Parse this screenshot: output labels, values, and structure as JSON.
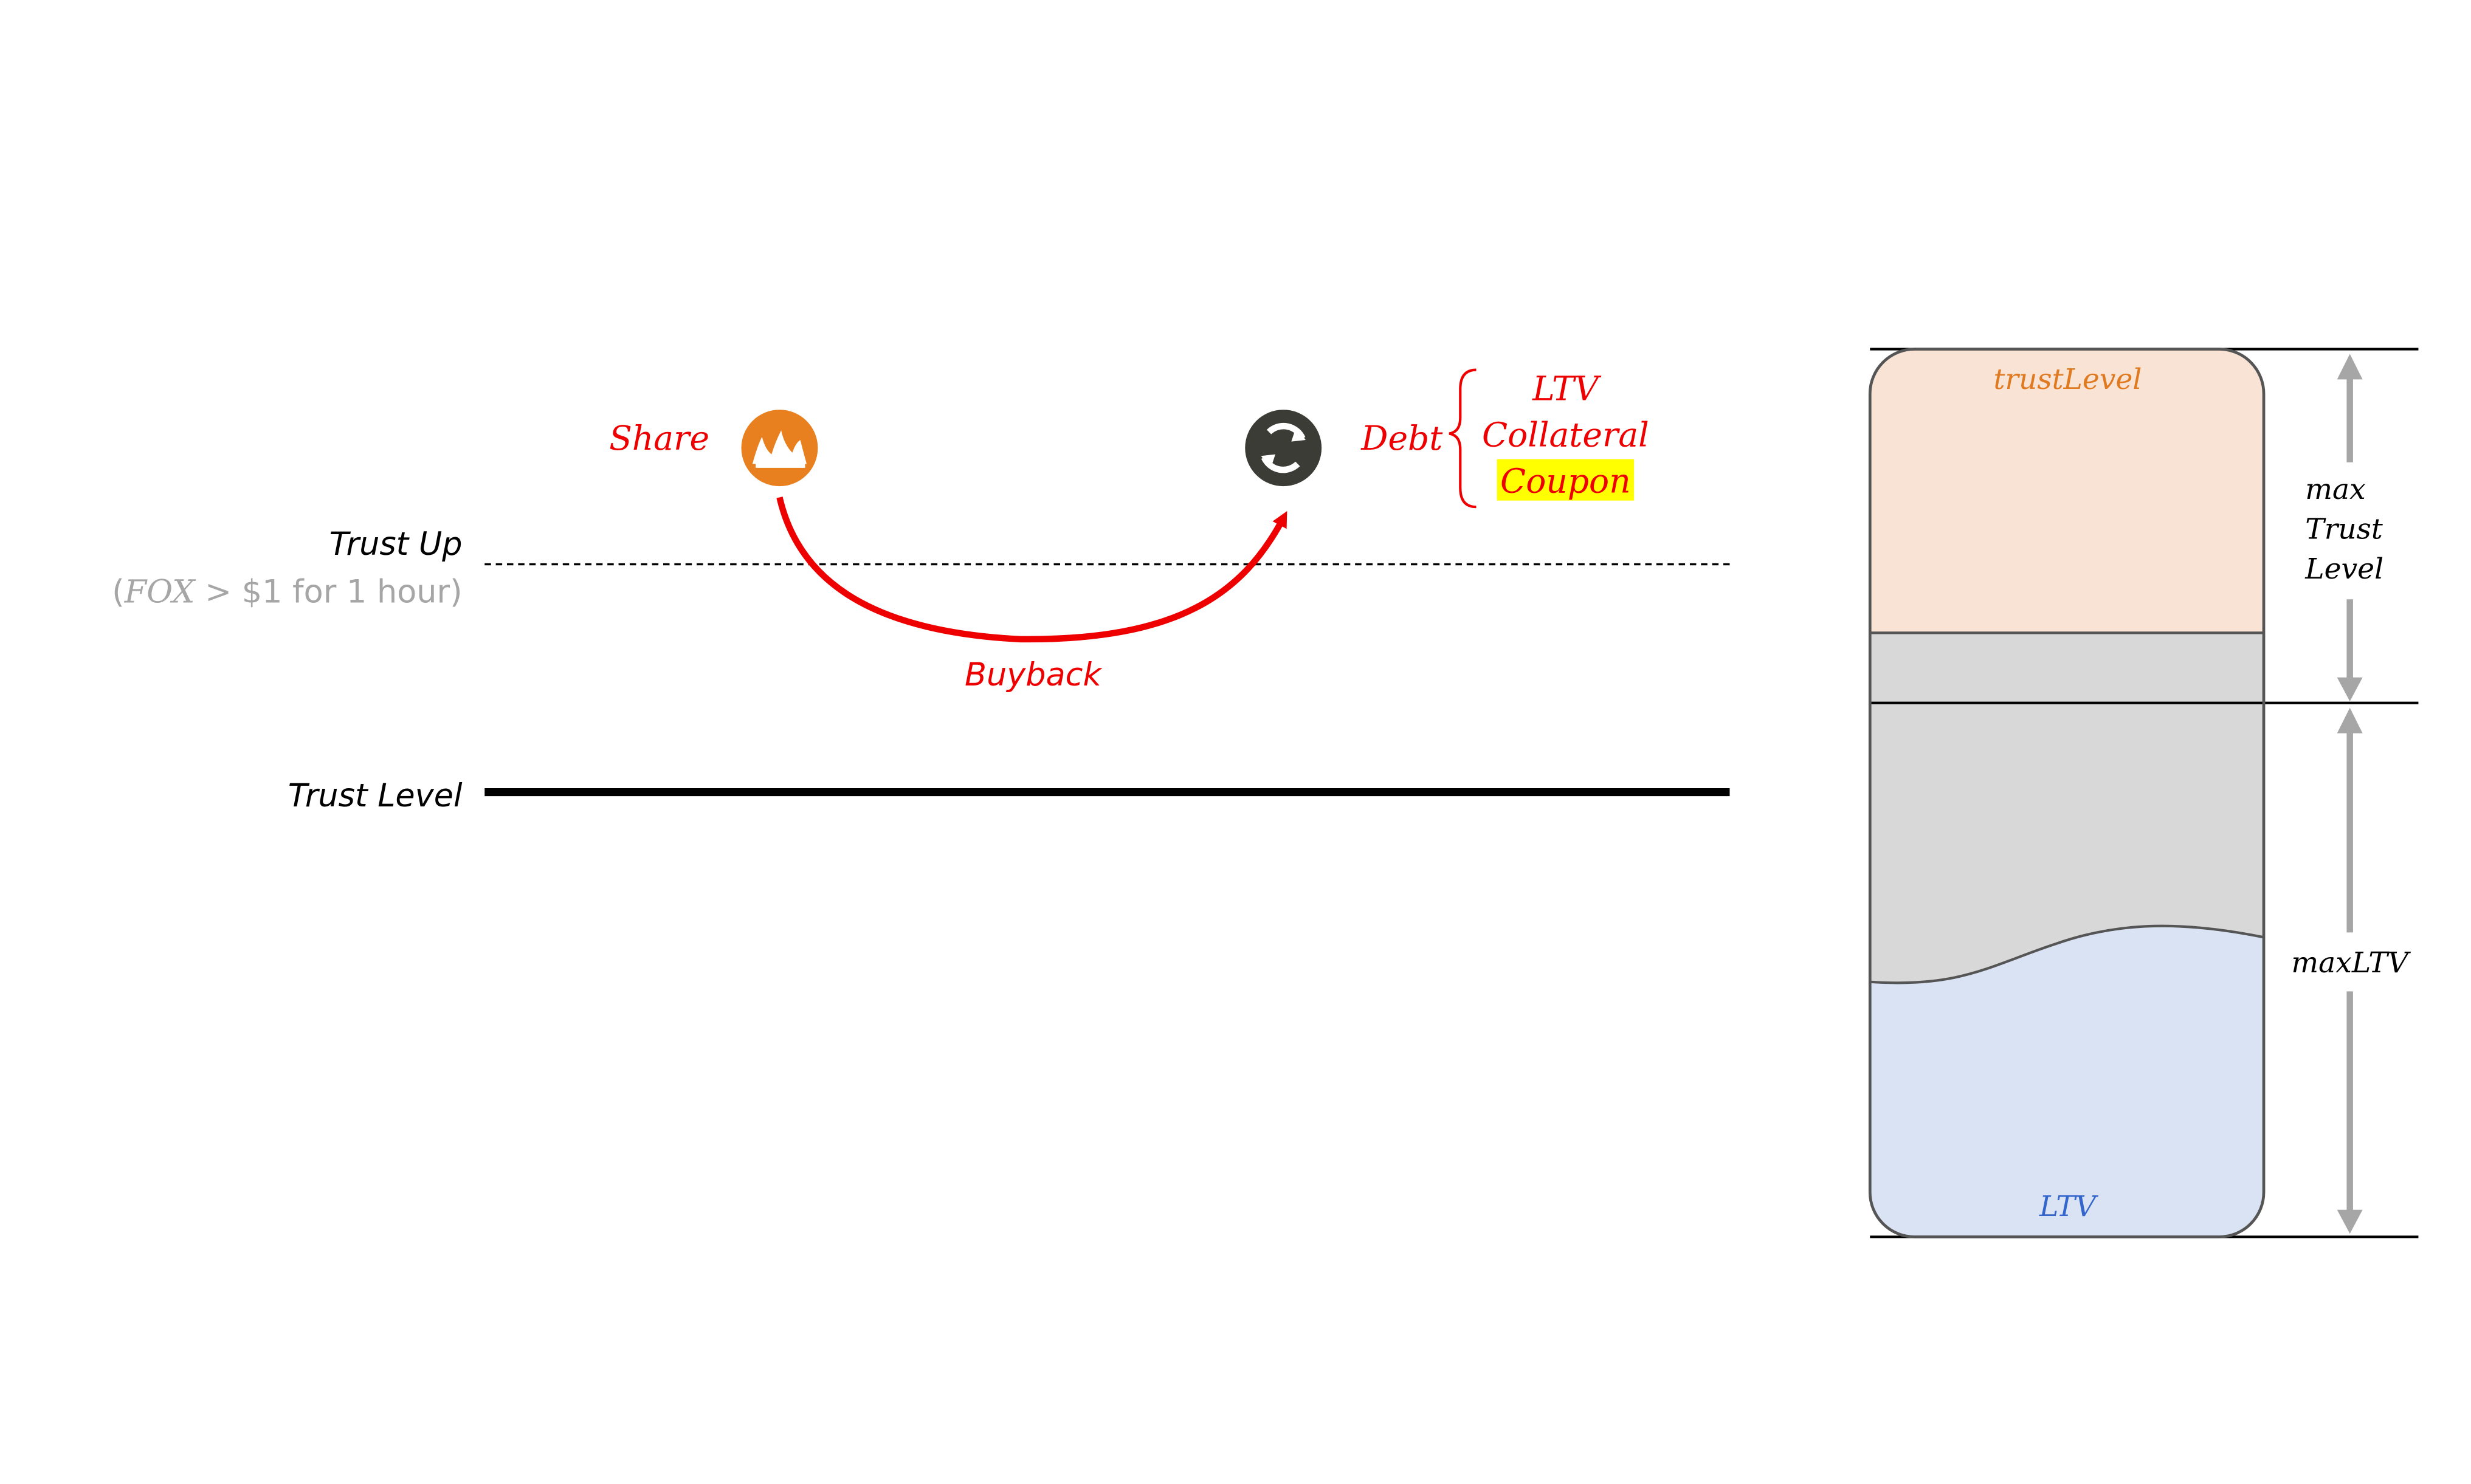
{
  "colors": {
    "red": "#EE0000",
    "orange": "#E07A20",
    "blue": "#3366CC",
    "gray_text": "#A6A6A6",
    "highlight": "#FFFF00",
    "share_circle": "#E8801F",
    "debt_circle": "#3C3C37",
    "trust_band_fill": "#F9E3D4",
    "gray_band_fill": "#D8D8D8",
    "ltv_fill": "#DAE3F3",
    "arrow_gray": "#A6A6A6"
  },
  "left": {
    "share_label": "Share",
    "share_icon": "fire-icon",
    "debt_label": "Debt",
    "debt_icon": "cycle-icon",
    "debt_components": [
      "LTV",
      "Collateral",
      "Coupon"
    ],
    "trust_up_label": "Trust Up",
    "trust_up_condition": {
      "open": "(",
      "math": "FOX > ",
      "rest": "$1 for 1 hour)"
    },
    "buyback_label": "Buyback",
    "trust_level_label": "Trust Level"
  },
  "right": {
    "trust_level_label": "trustLevel",
    "ltv_label": "LTV",
    "max_trust_level_lines": [
      "max",
      "Trust",
      "Level"
    ],
    "max_ltv_label": "maxLTV"
  }
}
